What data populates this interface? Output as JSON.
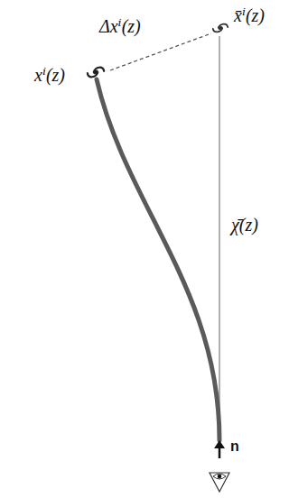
{
  "diagram": {
    "labels": [
      "x̄ⁱ(z)",
      "Δxⁱ(z)",
      "xⁱ(z)",
      "χ̄(z)",
      "n"
    ]
  }
}
